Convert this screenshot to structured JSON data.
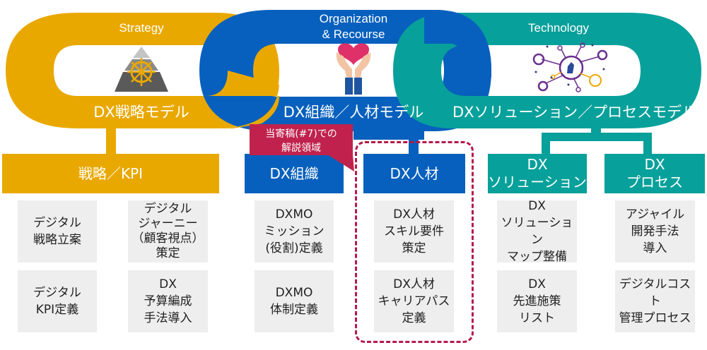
{
  "colors": {
    "strategy": "#e9a800",
    "organization": "#0760bd",
    "technology": "#08a09a",
    "callout": "#c0224d",
    "item_bg": "#eeeeee",
    "item_text": "#222222"
  },
  "links": [
    {
      "id": "strategy",
      "title": "Strategy",
      "model": "DX戦略モデル",
      "icon": "helm-pyramid-icon"
    },
    {
      "id": "organization",
      "title": "Organization\n& Recourse",
      "model": "DX組織／人材モデル",
      "icon": "hands-heart-icon"
    },
    {
      "id": "technology",
      "title": "Technology",
      "model": "DXソリューション／プロセスモデル",
      "icon": "digital-network-icon"
    }
  ],
  "callout": {
    "text": "当寄稿(#7)での\n解説領域"
  },
  "categories": [
    {
      "id": "strategy-kpi",
      "label": "戦略／KPI",
      "group": "strategy"
    },
    {
      "id": "dx-organization",
      "label": "DX組織",
      "group": "organization"
    },
    {
      "id": "dx-talent",
      "label": "DX人材",
      "group": "organization"
    },
    {
      "id": "dx-solution",
      "label": "DX\nソリューション",
      "group": "technology"
    },
    {
      "id": "dx-process",
      "label": "DX\nプロセス",
      "group": "technology"
    }
  ],
  "items": {
    "strategy_col1": [
      "デジタル\n戦略立案",
      "デジタル\nKPI定義"
    ],
    "strategy_col2": [
      "デジタル\nジャーニー\n（顧客視点）\n策定",
      "DX\n予算編成\n手法導入"
    ],
    "organization": [
      "DXMO\nミッション\n(役割)定義",
      "DXMO\n体制定義"
    ],
    "talent": [
      "DX人材\nスキル要件\n策定",
      "DX人材\nキャリアパス\n定義"
    ],
    "solution": [
      "DX\nソリューション\nマップ整備",
      "DX\n先進施策\nリスト"
    ],
    "process": [
      "アジャイル\n開発手法\n導入",
      "デジタルコスト\n管理プロセス"
    ]
  }
}
